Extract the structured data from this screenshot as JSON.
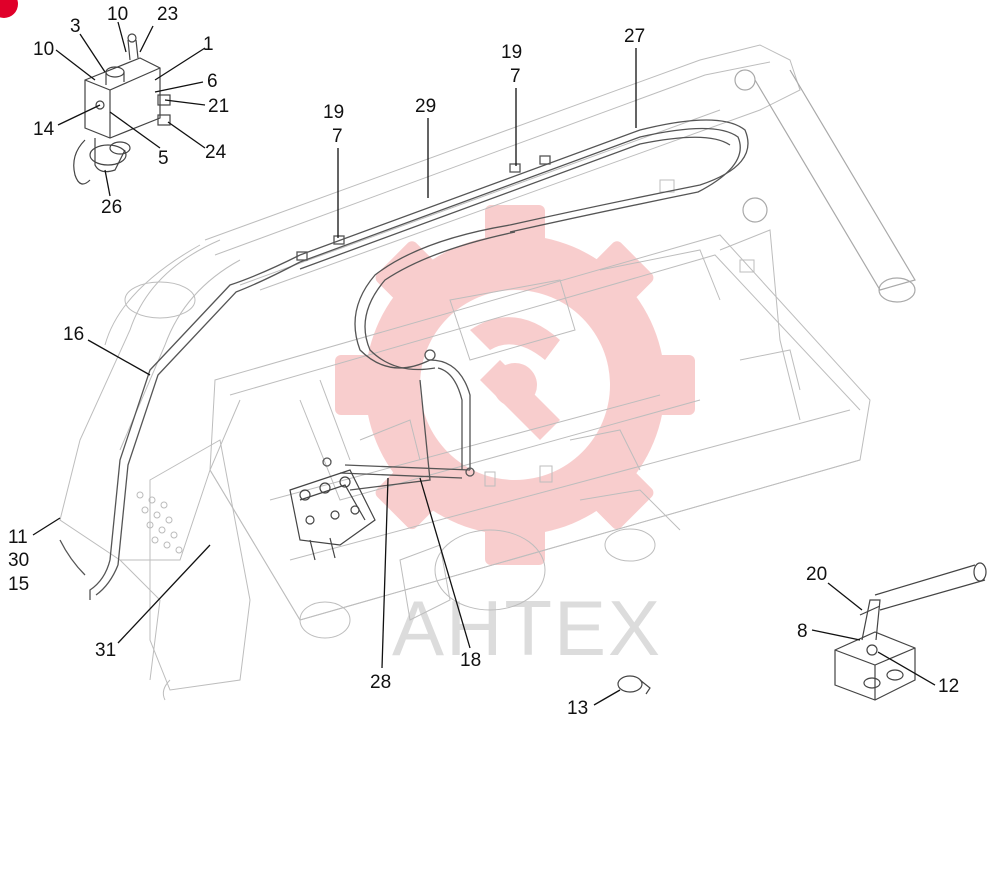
{
  "watermark": {
    "text": "AHTEX",
    "color": "#f4a6a6"
  },
  "callouts": [
    {
      "id": "c10a",
      "text": "10"
    },
    {
      "id": "c23",
      "text": "23"
    },
    {
      "id": "c3",
      "text": "3"
    },
    {
      "id": "c10b",
      "text": "10"
    },
    {
      "id": "c1",
      "text": "1"
    },
    {
      "id": "c6",
      "text": "6"
    },
    {
      "id": "c21",
      "text": "21"
    },
    {
      "id": "c14",
      "text": "14"
    },
    {
      "id": "c5",
      "text": "5"
    },
    {
      "id": "c24",
      "text": "24"
    },
    {
      "id": "c26",
      "text": "26"
    },
    {
      "id": "c19a",
      "text": "19"
    },
    {
      "id": "c7a",
      "text": "7"
    },
    {
      "id": "c29",
      "text": "29"
    },
    {
      "id": "c19b",
      "text": "19"
    },
    {
      "id": "c7b",
      "text": "7"
    },
    {
      "id": "c27",
      "text": "27"
    },
    {
      "id": "c16",
      "text": "16"
    },
    {
      "id": "c11",
      "text": "11"
    },
    {
      "id": "c30",
      "text": "30"
    },
    {
      "id": "c15",
      "text": "15"
    },
    {
      "id": "c31",
      "text": "31"
    },
    {
      "id": "c28",
      "text": "28"
    },
    {
      "id": "c18",
      "text": "18"
    },
    {
      "id": "c20",
      "text": "20"
    },
    {
      "id": "c8",
      "text": "8"
    },
    {
      "id": "c12",
      "text": "12"
    },
    {
      "id": "c13",
      "text": "13"
    }
  ]
}
